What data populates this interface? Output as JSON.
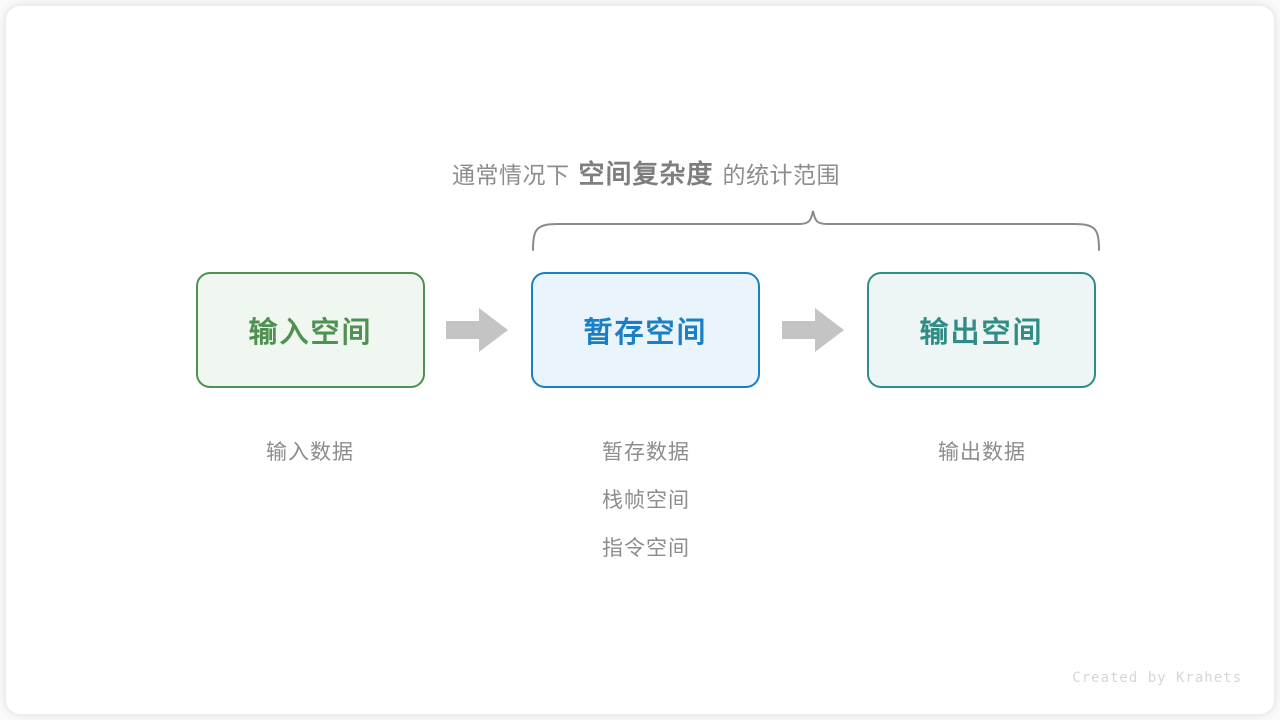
{
  "caption": {
    "prefix": "通常情况下",
    "strong": "空间复杂度",
    "suffix": "的统计范围"
  },
  "boxes": [
    {
      "label": "输入空间",
      "color": "#4e9150",
      "fill": "#f0f7f0"
    },
    {
      "label": "暂存空间",
      "color": "#1b7fc6",
      "fill": "#e9f4fd"
    },
    {
      "label": "输出空间",
      "color": "#2f8d86",
      "fill": "#edf6f4"
    }
  ],
  "arrows": [
    {
      "name": "arrow-input-to-temp"
    },
    {
      "name": "arrow-temp-to-output"
    }
  ],
  "captions": {
    "input": {
      "lines": [
        "输入数据"
      ]
    },
    "temp": {
      "lines": [
        "暂存数据",
        "栈帧空间",
        "指令空间"
      ]
    },
    "output": {
      "lines": [
        "输出数据"
      ]
    }
  },
  "brace": {
    "name": "curly-brace",
    "color": "#8a8a8a"
  },
  "watermark": "Created by Krahets",
  "colors": {
    "background": "#fafafa",
    "card": "#ffffff",
    "text_gray": "#8d8d8d",
    "arrow_gray": "#c4c4c4"
  }
}
